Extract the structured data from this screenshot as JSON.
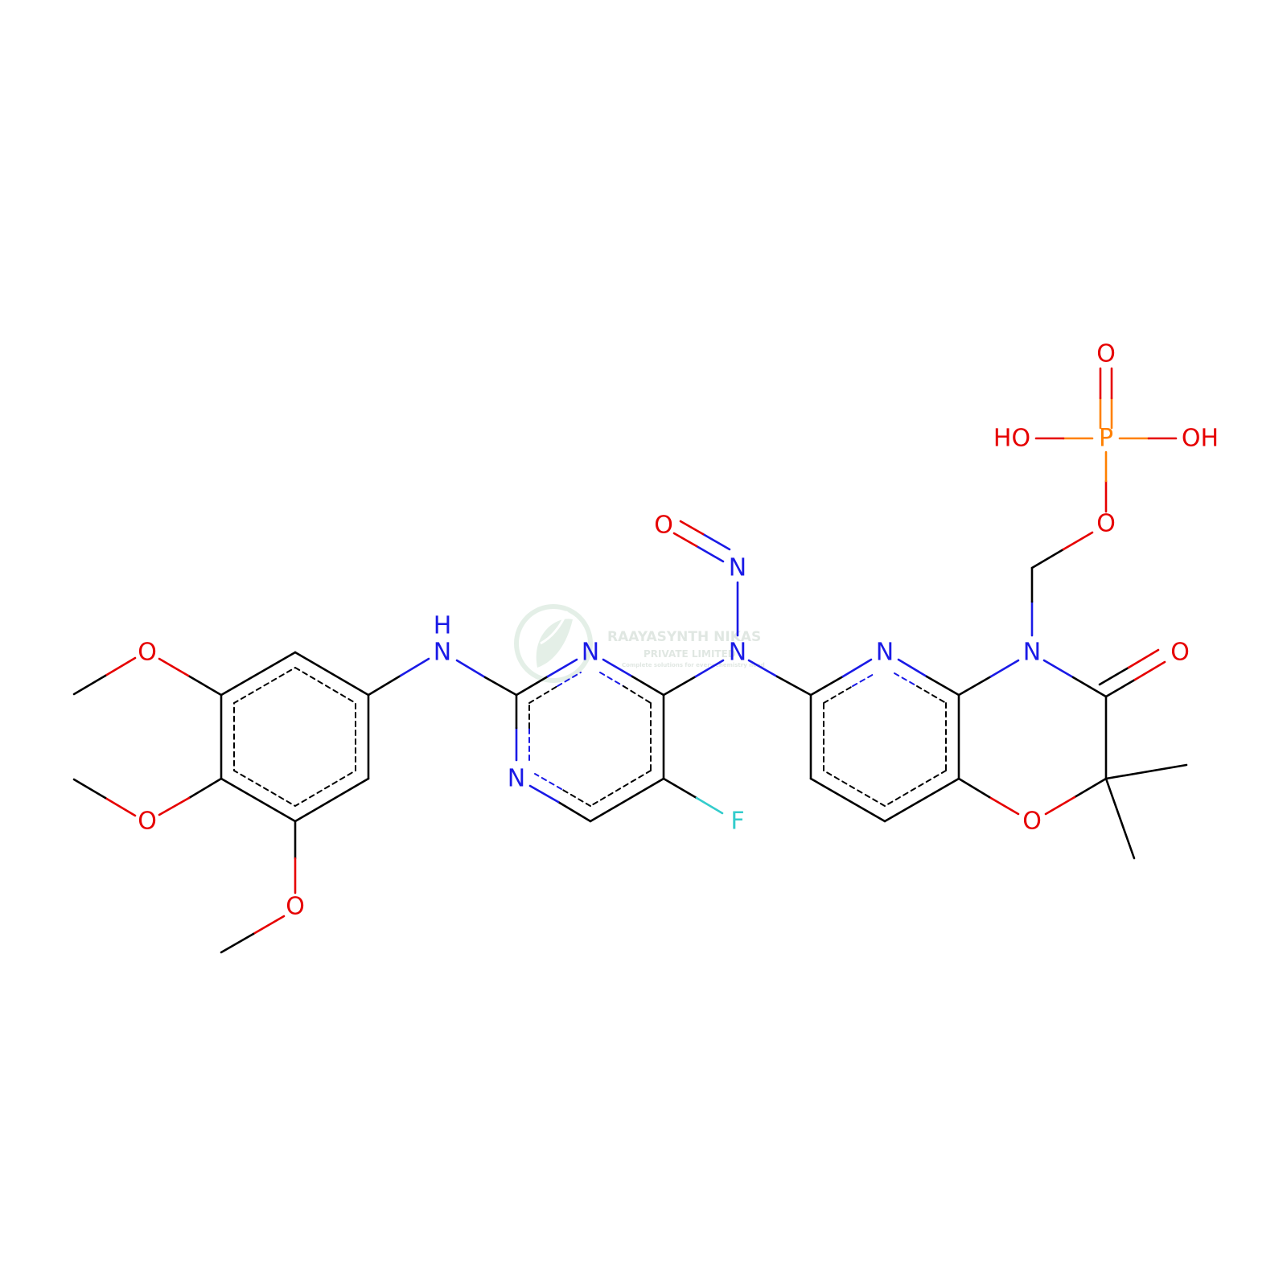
{
  "colors": {
    "carbon": "#000000",
    "nitrogen": "#1a1ae6",
    "oxygen": "#e60000",
    "phosphorus": "#ff8000",
    "fluorine": "#33cccc",
    "watermark": "#b8d8c0"
  },
  "atoms": {
    "o_methoxy_top": "O",
    "o_methoxy_mid": "O",
    "o_methoxy_bottom": "O",
    "n_amine": "N",
    "h_amine": "H",
    "n_pyrimidine_top": "N",
    "n_pyrimidine_bottom": "N",
    "f": "F",
    "n_nitroso_amine": "N",
    "n_nitroso": "N",
    "o_nitroso": "O",
    "n_pyridine": "N",
    "n_oxazine": "N",
    "o_carbonyl": "O",
    "o_ring": "O",
    "o_ester": "O",
    "p": "P",
    "o_phosphoryl": "O",
    "oh_left": "HO",
    "oh_right": "OH"
  },
  "watermark": {
    "line1": "RAAYASYNTH NIKAS",
    "line2": "PRIVATE LIMITED",
    "line3": "Complete solutions for every chemistry need",
    "icon": "leaf-logo-icon"
  }
}
